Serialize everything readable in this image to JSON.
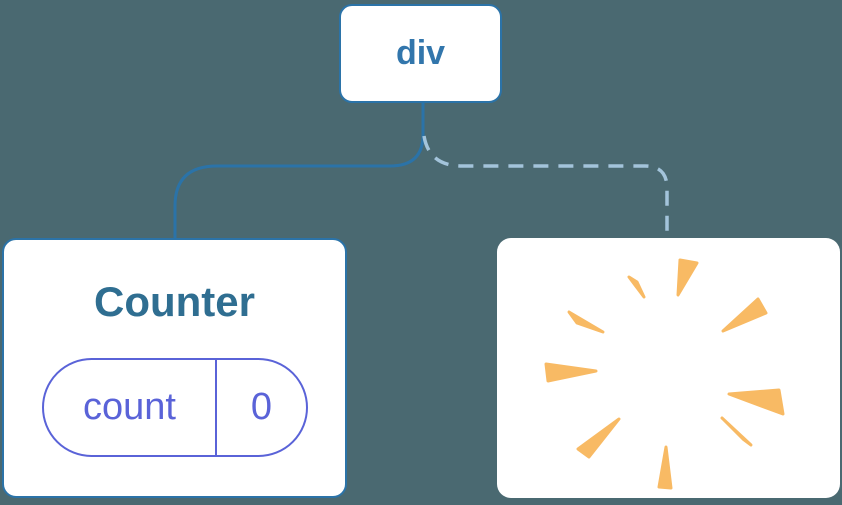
{
  "diagram": {
    "background_color": "#4A6971",
    "colors": {
      "node_border": "#2B73A8",
      "node_text": "#3276AC",
      "counter_title": "#2F6E91",
      "line_solid": "#2B73A8",
      "line_dashed": "#A3C4DB",
      "state_accent": "#5A63D8",
      "card_background": "#FFFFFF",
      "poof_orange": "#F8BA64"
    },
    "root_node": {
      "label": "div"
    },
    "counter_node": {
      "title": "Counter",
      "state": {
        "key": "count",
        "value": "0"
      }
    },
    "removed_node": {
      "icon": "poof-burst-icon"
    },
    "sparkle": {
      "color": "#F8BA64",
      "wedges": [
        "181,57 183,22 200,25",
        "147,59 132,39 140,44",
        "106,94 72,74 80,85",
        "99,133 49,126 51,143",
        "226,93 261,61 269,75",
        "232,156 282,152 286,176",
        "225,180 246,201 254,207",
        "169,209 162,249 174,250",
        "122,181 81,211 92,219"
      ]
    }
  }
}
